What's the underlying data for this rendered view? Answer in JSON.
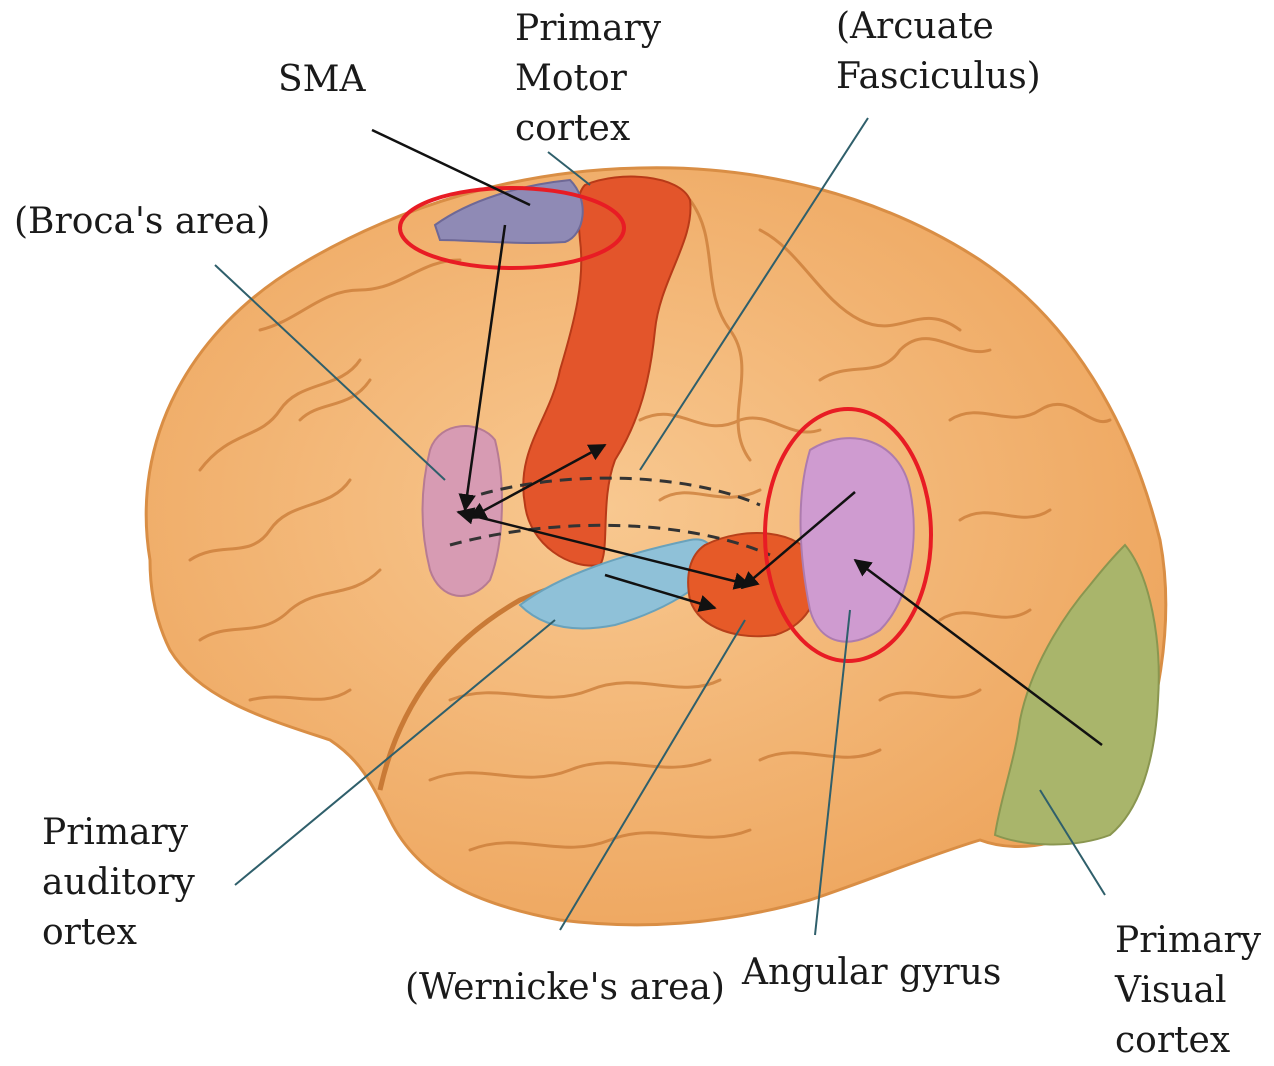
{
  "labels": {
    "sma": [
      "SMA"
    ],
    "primary_motor_cortex": [
      "Primary",
      "Motor",
      "cortex"
    ],
    "arcuate_fasciculus": [
      "(Arcuate",
      "Fasciculus)"
    ],
    "brocas_area": [
      "(Broca's area)"
    ],
    "primary_auditory_cortex": [
      "Primary",
      "auditory",
      "ortex"
    ],
    "wernickes_area": [
      "(Wernicke's area)"
    ],
    "angular_gyrus": [
      "Angular gyrus"
    ],
    "primary_visual_cortex": [
      "Primary",
      "Visual",
      "cortex"
    ]
  },
  "colors": {
    "brain": "#f2b26c",
    "brain_outline": "#d98e45",
    "sulcus": "#c97a36",
    "motor_cortex": "#e3552b",
    "sma": "#8f8ab5",
    "brocas_area": "#d79bb3",
    "auditory_cortex": "#8fc1d8",
    "wernickes_area": "#e65a28",
    "angular_gyrus": "#cf9bd0",
    "visual_cortex": "#a9b56b",
    "highlight_ellipse": "#e81c24",
    "leader_line": "#2f5f6b",
    "arrow": "#111111"
  }
}
